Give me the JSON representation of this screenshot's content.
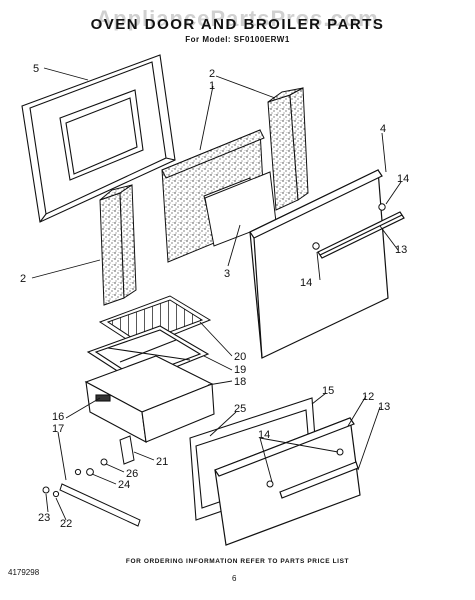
{
  "watermark": "AppliancePartsPros.com",
  "title": "OVEN DOOR AND BROILER PARTS",
  "subtitle": "For Model: SF0100ERW1",
  "footer_note": "FOR ORDERING INFORMATION REFER TO PARTS PRICE LIST",
  "doc_number": "4179298",
  "page_number": "6",
  "callouts": {
    "c5": "5",
    "c2a": "2",
    "c1": "1",
    "c4": "4",
    "c14a": "14",
    "c13a": "13",
    "c2b": "2",
    "c3": "3",
    "c14b": "14",
    "c20": "20",
    "c19": "19",
    "c18": "18",
    "c15": "15",
    "c12": "12",
    "c13b": "13",
    "c25": "25",
    "c16": "16",
    "c17": "17",
    "c21": "21",
    "c14c": "14",
    "c26": "26",
    "c24": "24",
    "c23": "23",
    "c22": "22"
  }
}
